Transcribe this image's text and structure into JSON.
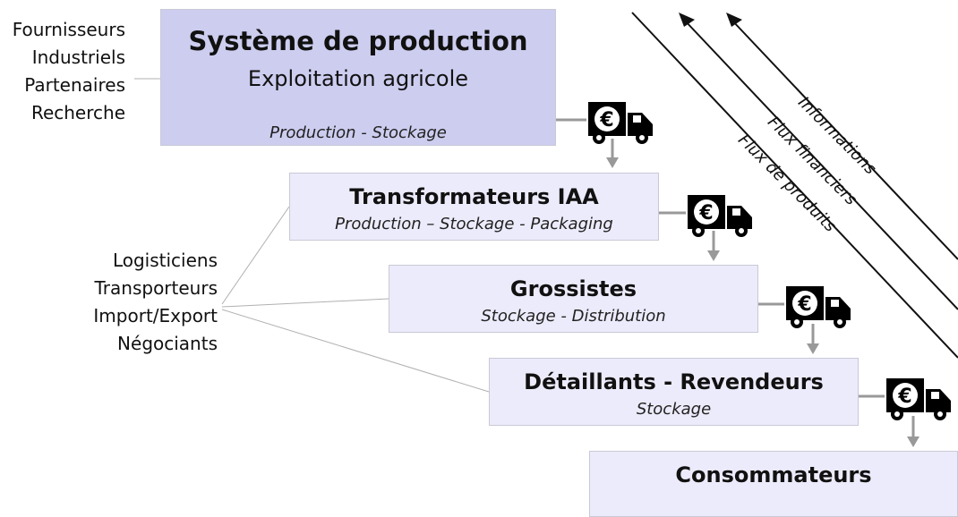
{
  "left_groups": {
    "top": [
      "Fournisseurs",
      "Industriels",
      "Partenaires",
      "Recherche"
    ],
    "middle": [
      "Logisticiens",
      "Transporteurs",
      "Import/Export",
      "Négociants"
    ]
  },
  "boxes": [
    {
      "title": "Système de production",
      "subtitle": "Exploitation agricole",
      "detail": "Production - Stockage"
    },
    {
      "title": "Transformateurs IAA",
      "detail": "Production – Stockage - Packaging"
    },
    {
      "title": "Grossistes",
      "detail": "Stockage - Distribution"
    },
    {
      "title": "Détaillants - Revendeurs",
      "detail": "Stockage"
    },
    {
      "title": "Consommateurs"
    }
  ],
  "flows": [
    "Informations",
    "Flux financiers",
    "Flux de produits"
  ],
  "icons": {
    "transport": "euro-delivery-truck-icon",
    "arrow": "down-arrow-icon"
  },
  "colors": {
    "main_box": "#cdcdf0",
    "step_box": "#ecebfb",
    "connector": "#9a9a9a"
  }
}
